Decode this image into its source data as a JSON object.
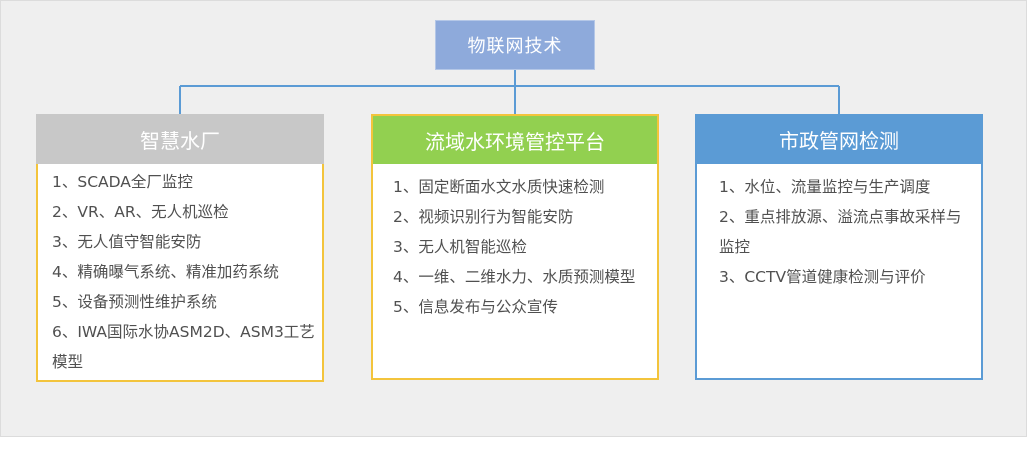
{
  "root": {
    "label": "物联网技术"
  },
  "branches": [
    {
      "title": "智慧水厂",
      "items": [
        "1、SCADA全厂监控",
        "2、VR、AR、无人机巡检",
        "3、无人值守智能安防",
        "4、精确曝气系统、精准加药系统",
        "5、设备预测性维护系统",
        "6、IWA国际水协ASM2D、ASM3工艺模型"
      ]
    },
    {
      "title": "流域水环境管控平台",
      "items": [
        "1、固定断面水文水质快速检测",
        "2、视频识别行为智能安防",
        "3、无人机智能巡检",
        "4、一维、二维水力、水质预测模型",
        "5、信息发布与公众宣传"
      ]
    },
    {
      "title": "市政管网检测",
      "items": [
        "1、水位、流量监控与生产调度",
        "2、重点排放源、溢流点事故采样与监控",
        "3、CCTV管道健康检测与评价"
      ]
    }
  ],
  "colors": {
    "root_fill": "#8eaadb",
    "branch1_header": "#c8c8c8",
    "branch2_header": "#92d050",
    "branch3_header": "#5b9bd5",
    "yellow_border": "#f3c43c",
    "connector": "#5b9bd5"
  }
}
